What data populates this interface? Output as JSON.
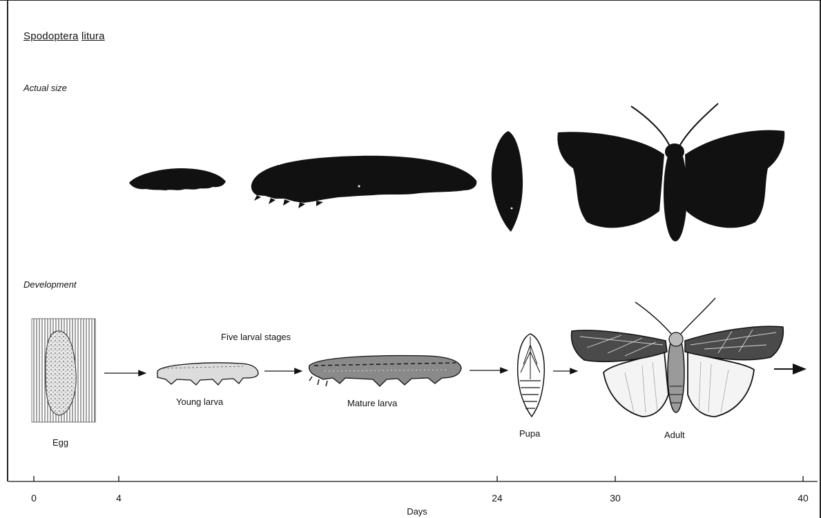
{
  "title": {
    "genus": "Spodoptera",
    "species": "litura"
  },
  "sections": {
    "actual_size": "Actual size",
    "development": "Development"
  },
  "labels": {
    "egg": "Egg",
    "young_larva": "Young larva",
    "mature_larva": "Mature larva",
    "pupa": "Pupa",
    "adult": "Adult",
    "larval_note": "Five larval stages"
  },
  "axis": {
    "title": "Days",
    "ticks": [
      "0",
      "4",
      "24",
      "30",
      "40"
    ]
  }
}
